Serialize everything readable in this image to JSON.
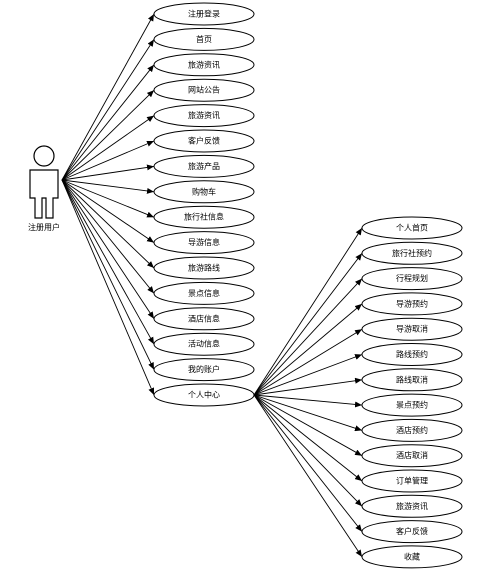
{
  "actor": {
    "name": "注册用户"
  },
  "main_usecases": [
    "注册登录",
    "首页",
    "旅游资讯",
    "网站公告",
    "旅游资讯",
    "客户反馈",
    "旅游产品",
    "购物车",
    "旅行社信息",
    "导游信息",
    "旅游路线",
    "景点信息",
    "酒店信息",
    "活动信息",
    "我的账户",
    "个人中心"
  ],
  "center_usecases": [
    "个人首页",
    "旅行社预约",
    "行程规划",
    "导游预约",
    "导游取消",
    "路线预约",
    "路线取消",
    "景点预约",
    "酒店预约",
    "酒店取消",
    "订单管理",
    "旅游资讯",
    "客户反馈",
    "收藏"
  ],
  "colors": {
    "line": "#000000",
    "fill": "#ffffff"
  }
}
